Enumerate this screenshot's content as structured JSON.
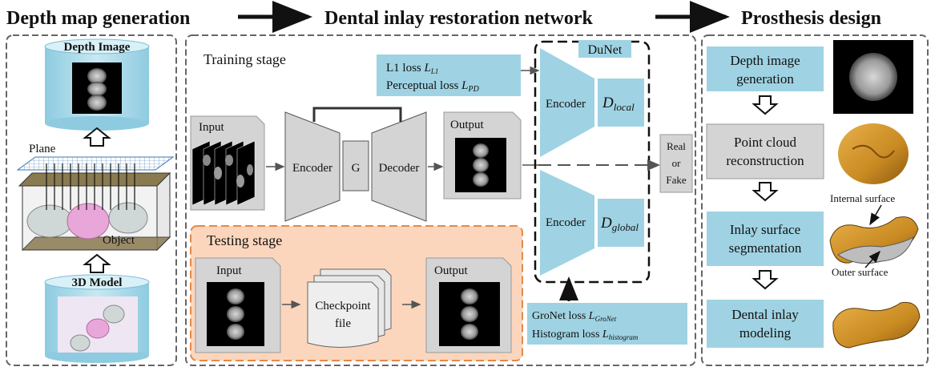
{
  "header": {
    "stage1": "Depth map generation",
    "stage2": "Dental inlay restoration network",
    "stage3": "Prosthesis design"
  },
  "depth_panel": {
    "depth_image_label": "Depth Image",
    "plane_label": "Plane",
    "object_label": "Object",
    "model_label": "3D Model"
  },
  "network_panel": {
    "training_label": "Training stage",
    "testing_label": "Testing stage",
    "loss_top": {
      "line1": "L1 loss",
      "line1_sym": "L",
      "line1_sub": "L1",
      "line2": "Perceptual loss",
      "line2_sym": "L",
      "line2_sub": "PD"
    },
    "dunet_label": "DuNet",
    "input_label": "Input",
    "output_label": "Output",
    "encoder_label": "Encoder",
    "g_label": "G",
    "decoder_label": "Decoder",
    "disc_encoder_top": "Encoder",
    "disc_encoder_bottom": "Encoder",
    "d_local": {
      "sym": "D",
      "sub": "local"
    },
    "d_global": {
      "sym": "D",
      "sub": "global"
    },
    "real_fake": [
      "Real",
      "or",
      "Fake"
    ],
    "test_input_label": "Input",
    "checkpoint_label": [
      "Checkpoint",
      "file"
    ],
    "test_output_label": "Output",
    "loss_bottom": {
      "line1": "GroNet loss",
      "line1_sym": "L",
      "line1_sub": "GroNet",
      "line2": "Histogram loss",
      "line2_sym": "L",
      "line2_sub": "histogram"
    }
  },
  "prosthesis_panel": {
    "steps": [
      [
        "Depth image",
        "generation"
      ],
      [
        "Point cloud",
        "reconstruction"
      ],
      [
        "Inlay surface",
        "segmentation"
      ],
      [
        "Dental inlay",
        "modeling"
      ]
    ],
    "internal_surface": "Internal surface",
    "outer_surface": "Outer surface"
  },
  "colors": {
    "cyan": "#9fd3e3",
    "gray": "#d4d4d4",
    "testing_bg": "#fbd6bd",
    "testing_border": "#e38a4a"
  }
}
